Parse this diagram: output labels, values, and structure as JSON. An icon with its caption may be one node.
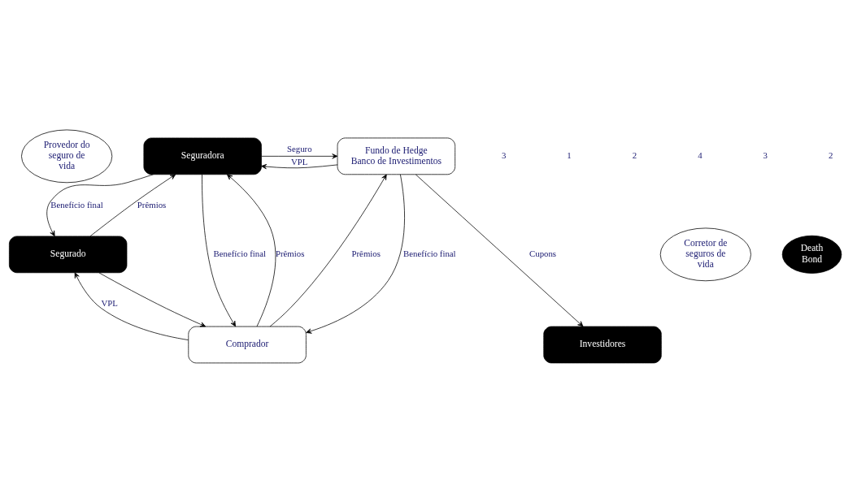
{
  "diagram": {
    "nodes": [
      {
        "text": [
          "Provedor do seguro de vida"
        ]
      },
      {
        "text": [
          "Seguradora"
        ]
      },
      {
        "text": [
          "Fundo de Hedge",
          "Banco de Investimentos"
        ]
      },
      {
        "text": [
          "Segurado"
        ]
      },
      {
        "text": [
          "Corretor de seguros de vida"
        ]
      },
      {
        "text": [
          "Death Bond"
        ]
      },
      {
        "text": [
          "Comprador"
        ]
      },
      {
        "text": [
          "Investidores"
        ]
      }
    ],
    "edges": [
      {
        "from": 1,
        "to": 3,
        "arrow": "to",
        "label": "Benefício final"
      },
      {
        "from": 3,
        "to": 1,
        "arrow": "to",
        "label": "Prêmios"
      },
      {
        "from": 1,
        "to": 2,
        "arrow": "to",
        "label": "Seguro"
      },
      {
        "from": 2,
        "to": 1,
        "arrow": "to",
        "label": "VPL"
      },
      {
        "from": 1,
        "to": 6,
        "arrow": "to",
        "label": "Benefício final"
      },
      {
        "from": 6,
        "to": 1,
        "arrow": "to",
        "label": "Prêmios"
      },
      {
        "from": 6,
        "to": 3,
        "arrow": "to",
        "label": "VPL"
      },
      {
        "from": 3,
        "to": 6,
        "arrow": "to"
      },
      {
        "from": 6,
        "to": 2,
        "arrow": "to",
        "label": "Prêmios"
      },
      {
        "from": 2,
        "to": 6,
        "arrow": "to",
        "label": "Benefício final"
      },
      {
        "from": 2,
        "to": 7,
        "arrow": "to",
        "label": "Cupons"
      }
    ],
    "labels": [
      "3",
      "1",
      "2",
      "4",
      "3",
      "2"
    ]
  }
}
